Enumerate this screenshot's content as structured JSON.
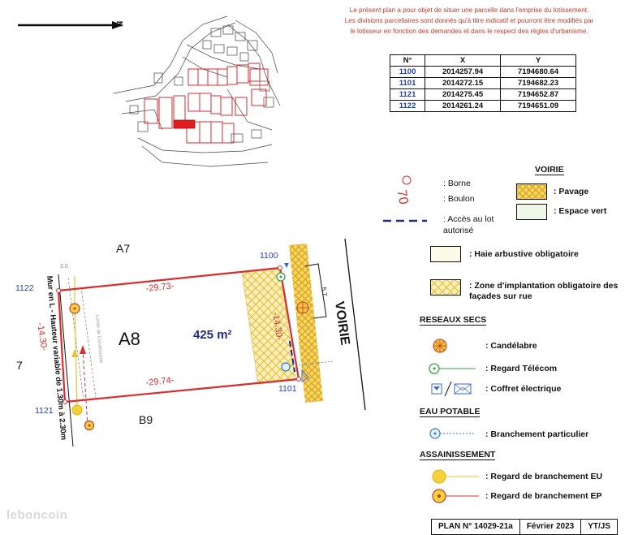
{
  "notes": [
    "Le présent plan a pour  objet  de situer une parcelle  dans l'emprise du lotissement.",
    "Les divisions parcellaires sont donnés qu'à titre indicatif et pourront être modifiés par",
    "le lotisseur en fonction des demandes et dans le respect des règles d'urbanisme."
  ],
  "north_label": "N",
  "coords": {
    "headers": [
      "N°",
      "X",
      "Y"
    ],
    "rows": [
      {
        "id": "1100",
        "x": "2014257.94",
        "y": "7194680.64"
      },
      {
        "id": "1101",
        "x": "2014272.15",
        "y": "7194682.23"
      },
      {
        "id": "1121",
        "x": "2014275.45",
        "y": "7194652.87"
      },
      {
        "id": "1122",
        "x": "2014261.24",
        "y": "7194651.09"
      }
    ]
  },
  "plan": {
    "lot": "A8",
    "area": "425 m²",
    "neighbor_top": "A7",
    "neighbor_bottom": "B9",
    "left_num": "7",
    "road": "VOIRIE",
    "dim_top": "-29.73-",
    "dim_bottom": "-29.74-",
    "dim_right": "-14.30-",
    "dim_left": "-14.30-",
    "dim_small": "5.7",
    "dim_3": "3.0",
    "wall": "Mur en L - Hauteur variable de 1.30m à 2.30m",
    "limit": "Limite de Construction",
    "points": {
      "p1100": "1100",
      "p1101": "1101",
      "p1121": "1121",
      "p1122": "1122"
    }
  },
  "legend": {
    "borne": ": Borne",
    "boulon": ": Boulon",
    "acces": ": Accès au lot autorisé",
    "voirie_title": "VOIRIE",
    "pavage": ": Pavage",
    "espace_vert": ": Espace vert",
    "haie": ": Haie arbustive obligatoire",
    "zone": ": Zone d'implantation obligatoire des façades sur rue",
    "reseaux_title": "RESEAUX SECS",
    "candelabre": ": Candélabre",
    "telecom": ": Regard Télécom",
    "coffret": ": Coffret électrique",
    "eau_title": "EAU POTABLE",
    "branchement": ": Branchement particulier",
    "assain_title": "ASSAINISSEMENT",
    "eu": ": Regard de branchement EU",
    "ep": ": Regard de branchement EP"
  },
  "footer": {
    "plan": "PLAN N° 14029-21a",
    "date": "Février 2023",
    "authors": "YT/JS"
  },
  "watermark": "leboncoin",
  "colors": {
    "lot_line": "#d62e2e",
    "point_id": "#1f3fb8",
    "notes": "#c0392b",
    "hatch": "#e9c23a"
  }
}
